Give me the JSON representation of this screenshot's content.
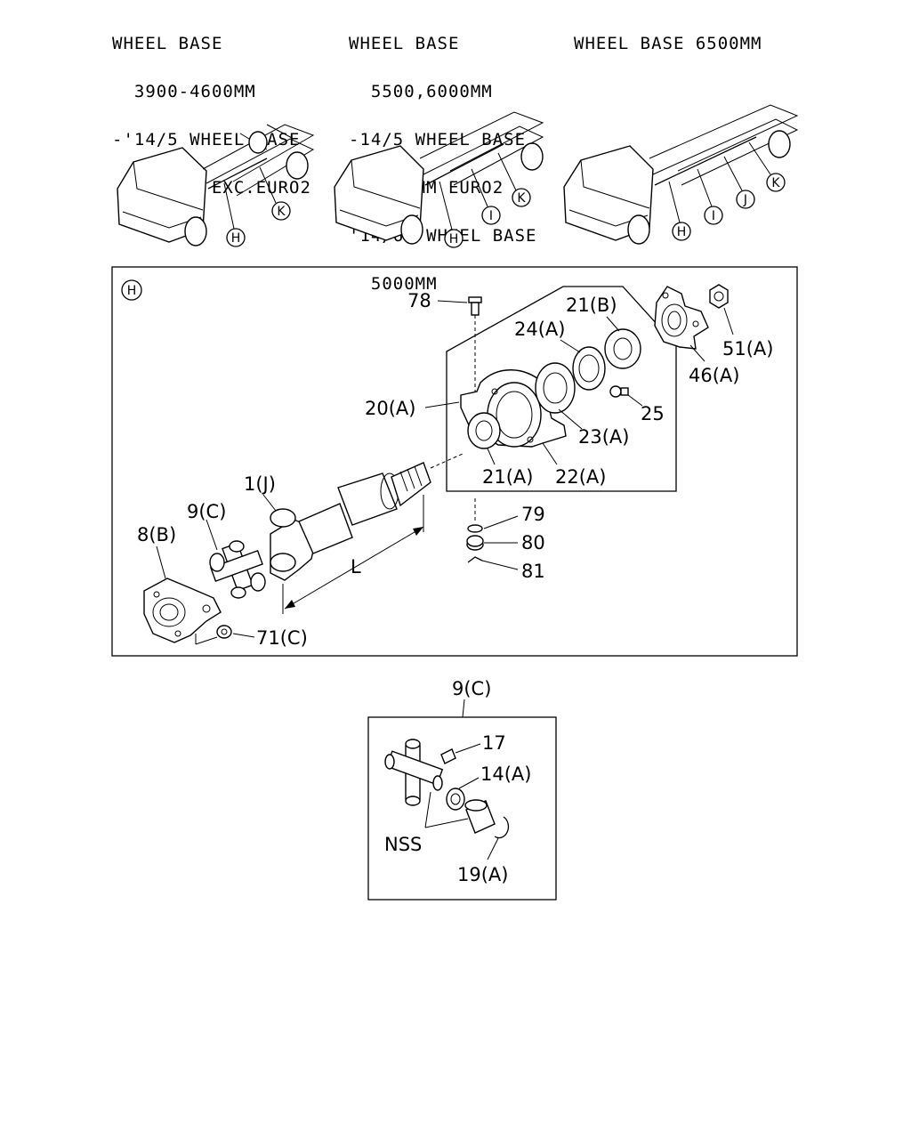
{
  "headers": [
    {
      "lines": [
        "WHEEL BASE",
        "  3900-4600MM",
        "-'14/5 WHEEL BASE",
        "  5000MM EXC.EURO2"
      ]
    },
    {
      "lines": [
        "WHEEL BASE",
        "  5500,6000MM",
        "-14/5 WHEEL BASE",
        "  5000MM EURO2",
        "'14/6- WHEEL BASE",
        "  5000MM"
      ]
    },
    {
      "lines": [
        "WHEEL BASE 6500MM"
      ]
    }
  ],
  "truck_callouts": {
    "t1": [
      "H",
      "K"
    ],
    "t2": [
      "H",
      "I",
      "K"
    ],
    "t3": [
      "H",
      "I",
      "J",
      "K"
    ]
  },
  "main_panel": {
    "callout": "H",
    "labels": {
      "p78": "78",
      "p21b": "21(B)",
      "p24a": "24(A)",
      "p51a": "51(A)",
      "p46a": "46(A)",
      "p20a": "20(A)",
      "p25": "25",
      "p23a": "23(A)",
      "p21a": "21(A)",
      "p22a": "22(A)",
      "p1j": "1(J)",
      "p9c": "9(C)",
      "p8b": "8(B)",
      "p79": "79",
      "p80": "80",
      "p81": "81",
      "p71c": "71(C)",
      "dimL": "L"
    }
  },
  "detail_panel": {
    "title": "9(C)",
    "labels": {
      "p17": "17",
      "p14a": "14(A)",
      "nss": "NSS",
      "p19a": "19(A)"
    }
  }
}
